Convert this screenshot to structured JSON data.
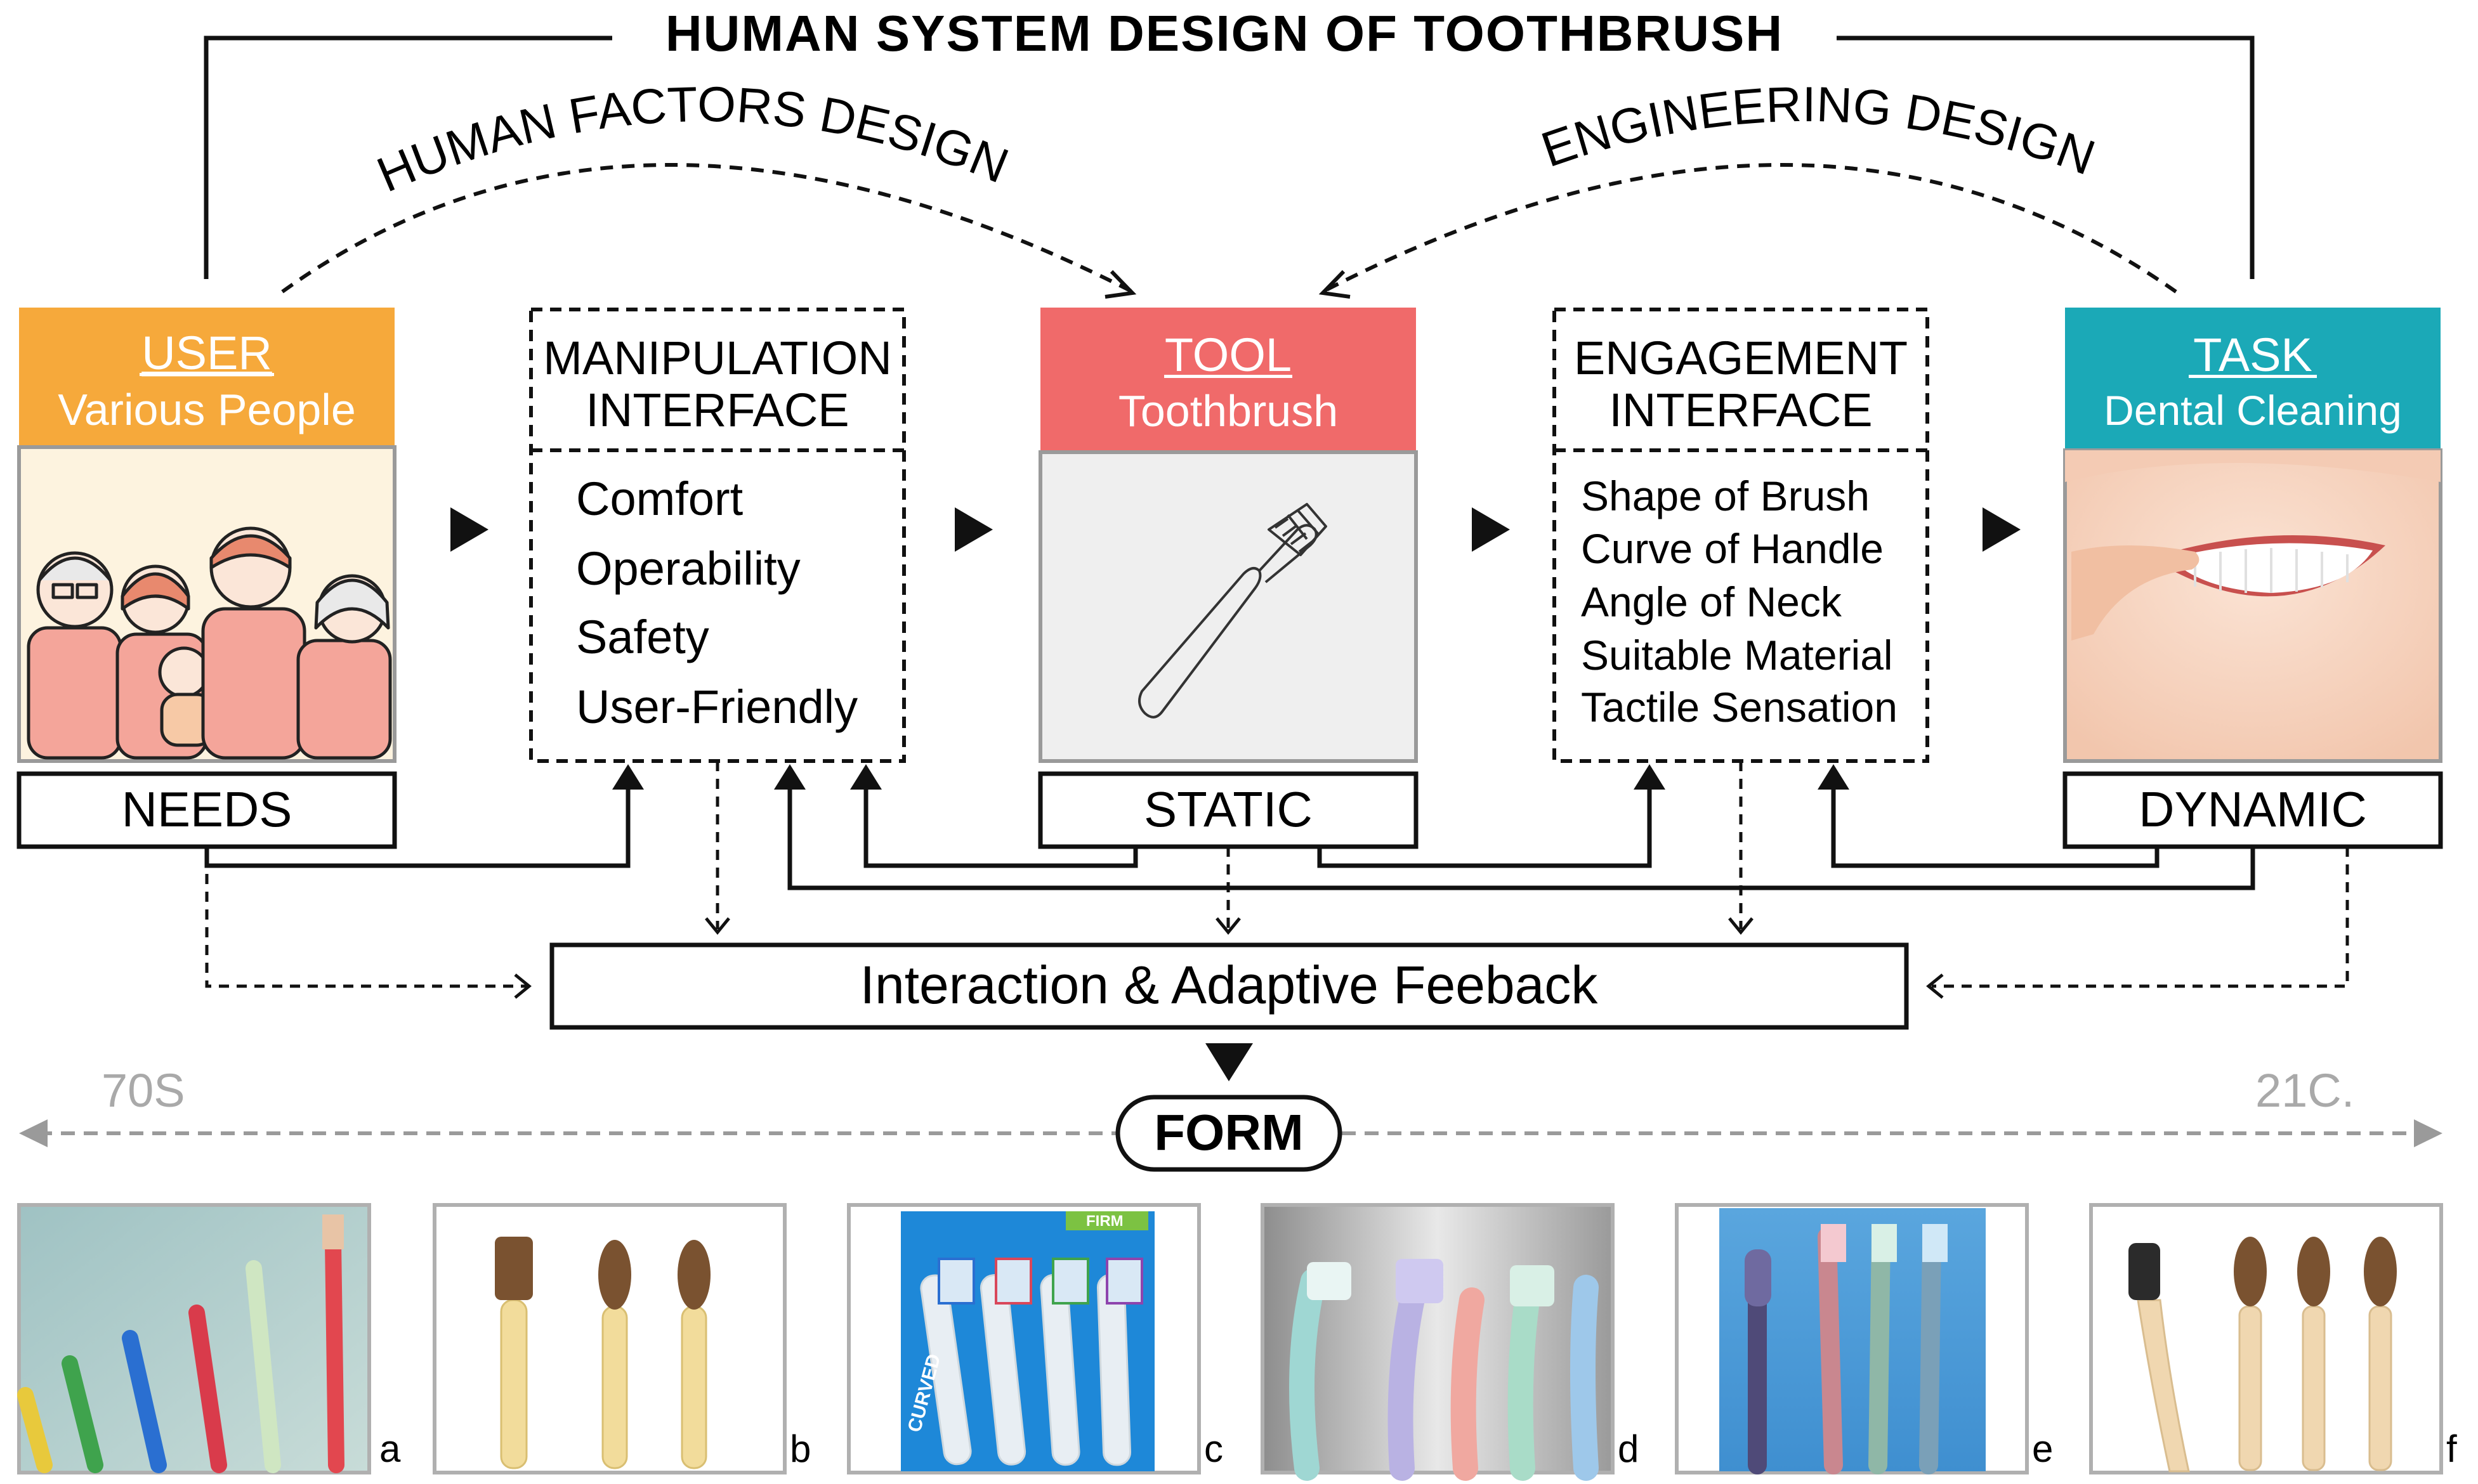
{
  "title": "HUMAN SYSTEM DESIGN OF TOOTHBRUSH",
  "arcs": {
    "left": "HUMAN FACTORS DESIGN",
    "right": "ENGINEERING DESIGN"
  },
  "user": {
    "heading": "USER",
    "subheading": "Various People",
    "footer": "NEEDS",
    "color": "#F6A93B"
  },
  "manipulation": {
    "heading_line1": "MANIPULATION",
    "heading_line2": "INTERFACE",
    "items": [
      "Comfort",
      "Operability",
      "Safety",
      "User-Friendly"
    ]
  },
  "tool": {
    "heading": "TOOL",
    "subheading": "Toothbrush",
    "footer": "STATIC",
    "color": "#F06A6A"
  },
  "engagement": {
    "heading_line1": "ENGAGEMENT",
    "heading_line2": "INTERFACE",
    "items": [
      "Shape of Brush",
      "Curve of Handle",
      "Angle of Neck",
      "Suitable Material",
      "Tactile Sensation"
    ]
  },
  "task": {
    "heading": "TASK",
    "subheading": "Dental Cleaning",
    "footer": "DYNAMIC",
    "color": "#1BA9B7"
  },
  "feedback": "Interaction & Adaptive Feeback",
  "timeline": {
    "start": "70S",
    "end": "21C.",
    "label": "FORM"
  },
  "photos": [
    {
      "letter": "a"
    },
    {
      "letter": "b"
    },
    {
      "letter": "c",
      "pack_text": "CURVED",
      "top_text": "FIRM"
    },
    {
      "letter": "d"
    },
    {
      "letter": "e"
    },
    {
      "letter": "f"
    }
  ]
}
